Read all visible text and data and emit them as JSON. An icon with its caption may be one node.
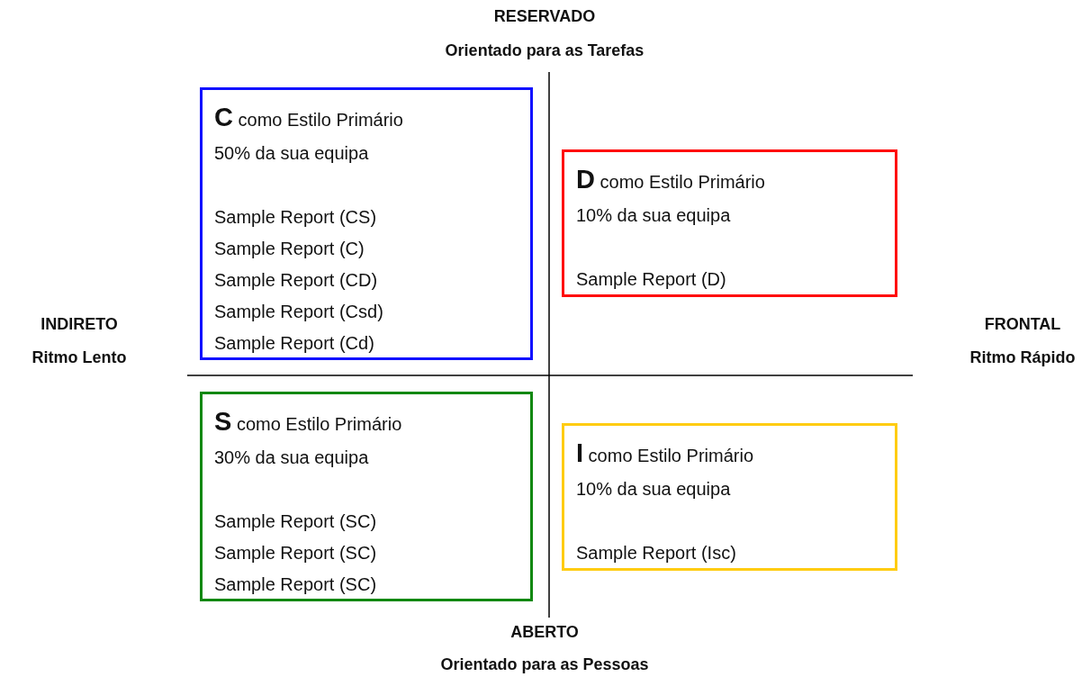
{
  "diagram": {
    "nodes": [
      {
        "text": [
          "**C** como Estilo Primário",
          "50% da sua equipa",
          "Sample Report (CS)",
          "Sample Report (C)",
          "Sample Report (CD)",
          "Sample Report (Csd)",
          "Sample Report (Cd)"
        ]
      },
      {
        "text": [
          "**D** como Estilo Primário",
          "10% da sua equipa",
          "Sample Report (D)"
        ]
      },
      {
        "text": [
          "**S** como Estilo Primário",
          "30% da sua equipa",
          "Sample Report (SC)",
          "Sample Report (SC)",
          "Sample Report (SC)"
        ]
      },
      {
        "text": [
          "**I** como Estilo Primário",
          "10% da sua equipa",
          "Sample Report (Isc)"
        ]
      }
    ],
    "labels": [
      "RESERVADO",
      "Orientado para as Tarefas",
      "INDIRETO",
      "Ritmo Lento",
      "FRONTAL",
      "Ritmo Rápido",
      "ABERTO",
      "Orientado para as Pessoas"
    ]
  }
}
